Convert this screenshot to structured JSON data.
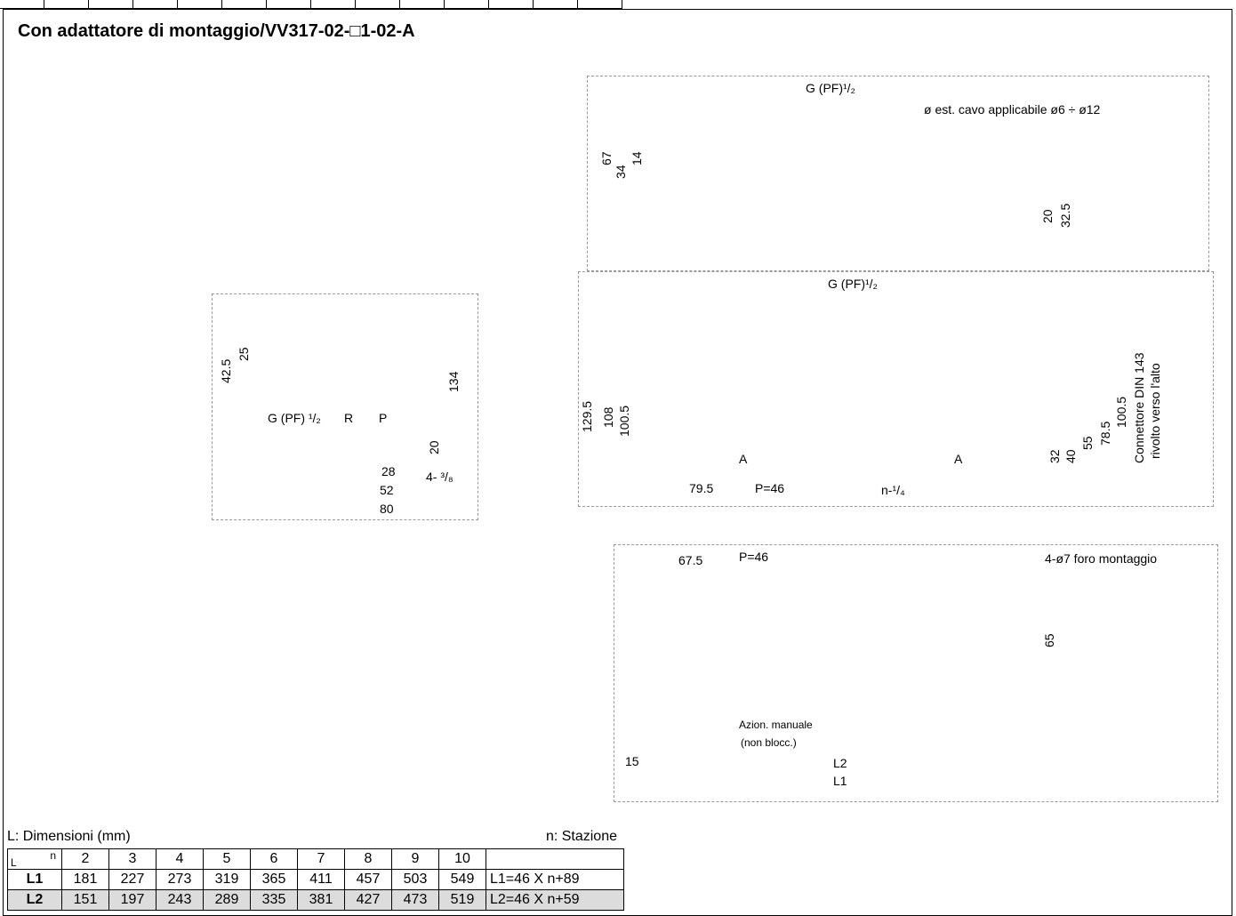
{
  "title": "Con adattatore di montaggio/VV317-02-□1-02-A",
  "top_view": {
    "callouts": [
      "G (PF)¹/₂",
      "ø est. cavo applicabile ø6 ÷ ø12"
    ],
    "dimensions": [
      "67",
      "34",
      "14",
      "20",
      "32.5"
    ]
  },
  "side_view": {
    "callouts": [
      "G (PF) ¹/₂",
      "R",
      "P",
      "4- ³/₈"
    ],
    "dimensions": [
      "42.5",
      "25",
      "134",
      "20",
      "28",
      "52",
      "80"
    ]
  },
  "front_view": {
    "callouts": [
      "G (PF)¹/₂",
      "n-¹/₄",
      "A",
      "A",
      "Connettore DIN 143",
      "rivolto verso l'alto"
    ],
    "dimensions": [
      "129.5",
      "108",
      "100.5",
      "79.5",
      "P=46",
      "32",
      "40",
      "55",
      "78.5",
      "100.5"
    ]
  },
  "bottom_view": {
    "callouts": [
      "4-ø7 foro montaggio",
      "Azion. manuale",
      "(non blocc.)"
    ],
    "dimensions": [
      "67.5",
      "P=46",
      "65",
      "15",
      "L2",
      "L1"
    ]
  },
  "table": {
    "caption_left": "L: Dimensioni (mm)",
    "caption_right": "n: Stazione",
    "corner_n": "n",
    "corner_l": "L",
    "stations": [
      "2",
      "3",
      "4",
      "5",
      "6",
      "7",
      "8",
      "9",
      "10"
    ],
    "rows": [
      {
        "label": "L1",
        "values": [
          "181",
          "227",
          "273",
          "319",
          "365",
          "411",
          "457",
          "503",
          "549"
        ],
        "formula": "L1=46 X n+89"
      },
      {
        "label": "L2",
        "values": [
          "151",
          "197",
          "243",
          "289",
          "335",
          "381",
          "427",
          "473",
          "519"
        ],
        "formula": "L2=46 X n+59"
      }
    ]
  }
}
